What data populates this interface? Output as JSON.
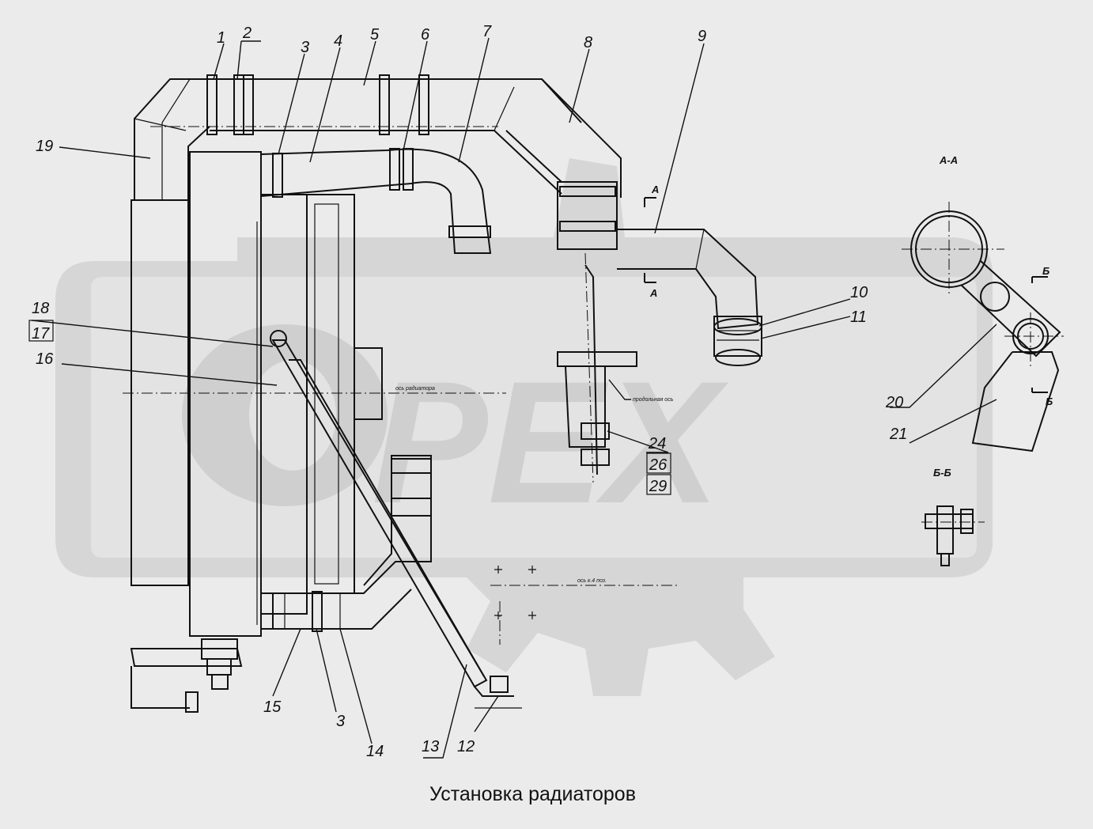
{
  "title": "Установка радиаторов",
  "watermark": {
    "text": "PEX",
    "fill": "#d2d2d2",
    "gear_fill": "#d6d6d6"
  },
  "section_labels": {
    "aa": "А-А",
    "bb": "Б-Б",
    "a": "А",
    "b": "Б"
  },
  "callouts": {
    "n1": "1",
    "n2": "2",
    "n3a": "3",
    "n4": "4",
    "n5": "5",
    "n6": "6",
    "n7": "7",
    "n8": "8",
    "n9": "9",
    "n10": "10",
    "n11": "11",
    "n12": "12",
    "n13": "13",
    "n14": "14",
    "n15": "15",
    "n16": "16",
    "n17": "17",
    "n18": "18",
    "n19": "19",
    "n20": "20",
    "n21": "21",
    "n24": "24",
    "n26": "26",
    "n29": "29",
    "n3b": "3"
  },
  "colors": {
    "line": "#111111",
    "background": "#ebebeb"
  }
}
